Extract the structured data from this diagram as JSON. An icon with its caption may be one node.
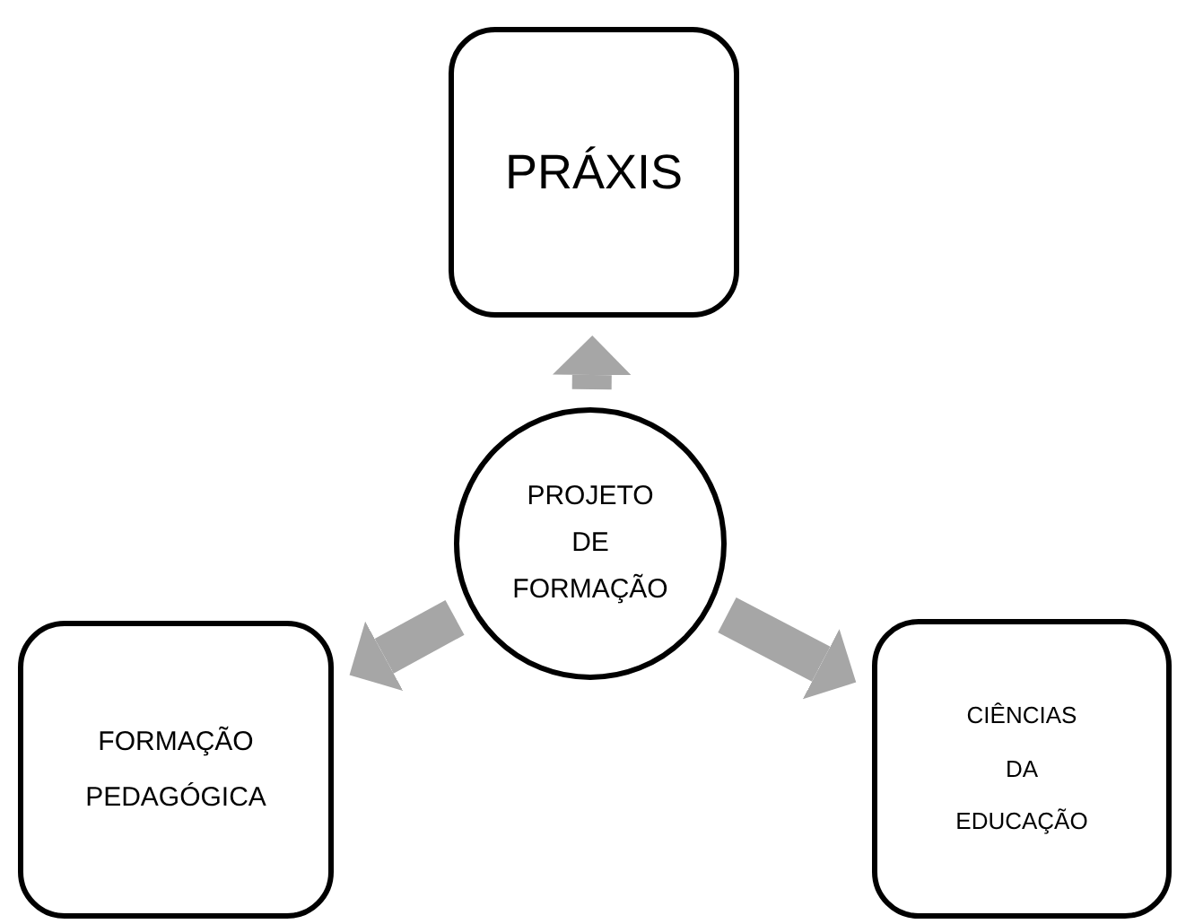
{
  "diagram": {
    "nodes": [
      {
        "text": [
          "PRÁXIS"
        ]
      },
      {
        "text": [
          "PROJETO DE FORMAÇÃO"
        ]
      },
      {
        "text": [
          "FORMAÇÃO PEDAGÓGICA"
        ]
      },
      {
        "text": [
          "CIÊNCIAS DA EDUCAÇÃO"
        ]
      }
    ],
    "edges": [
      {
        "from": 1,
        "to": 0,
        "arrow": "to"
      },
      {
        "from": 1,
        "to": 2,
        "arrow": "to"
      },
      {
        "from": 1,
        "to": 3,
        "arrow": "to"
      }
    ]
  }
}
